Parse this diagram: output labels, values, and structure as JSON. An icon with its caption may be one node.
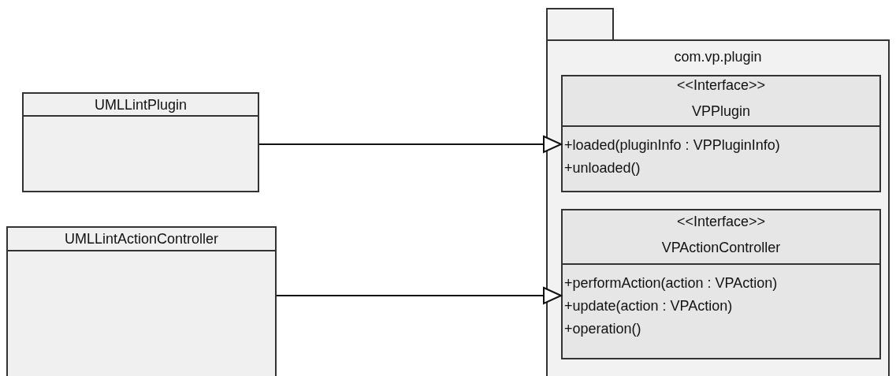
{
  "diagram": {
    "nodes": [
      {
        "text": [
          "UMLLintPlugin"
        ]
      },
      {
        "text": [
          "UMLLintActionController"
        ]
      },
      {
        "text": [
          "com.vp.plugin"
        ]
      },
      {
        "text": [
          "<<Interface>>",
          "VPPlugin",
          "+loaded(pluginInfo : VPPluginInfo)",
          "+unloaded()"
        ],
        "in": 2
      },
      {
        "text": [
          "<<Interface>>",
          "VPActionController",
          "+performAction(action : VPAction)",
          "+update(action : VPAction)",
          "+operation()"
        ],
        "in": 2
      }
    ],
    "edges": [
      {
        "from": 0,
        "to": 3,
        "arrow": "to"
      },
      {
        "from": 1,
        "to": 4,
        "arrow": "to"
      }
    ]
  }
}
